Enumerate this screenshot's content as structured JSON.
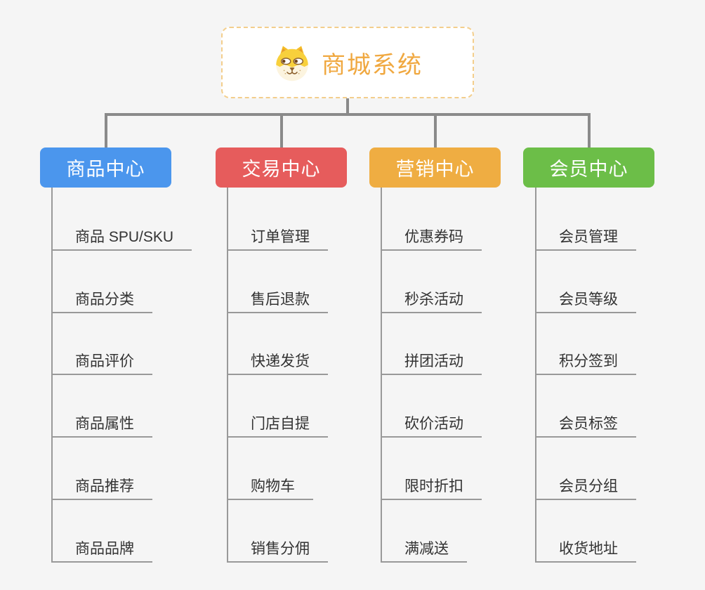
{
  "root": {
    "title": "商城系统",
    "icon": "dog-face-icon"
  },
  "branches": [
    {
      "label": "商品中心",
      "color": "#4b96ed",
      "children": [
        "商品 SPU/SKU",
        "商品分类",
        "商品评价",
        "商品属性",
        "商品推荐",
        "商品品牌"
      ]
    },
    {
      "label": "交易中心",
      "color": "#e65c5c",
      "children": [
        "订单管理",
        "售后退款",
        "快递发货",
        "门店自提",
        "购物车",
        "销售分佣"
      ]
    },
    {
      "label": "营销中心",
      "color": "#efad42",
      "children": [
        "优惠券码",
        "秒杀活动",
        "拼团活动",
        "砍价活动",
        "限时折扣",
        "满减送"
      ]
    },
    {
      "label": "会员中心",
      "color": "#6cbe48",
      "children": [
        "会员管理",
        "会员等级",
        "积分签到",
        "会员标签",
        "会员分组",
        "收货地址"
      ]
    }
  ],
  "colors": {
    "background": "#f5f5f5",
    "connector": "#8a8a8a",
    "leaf_line": "#999999",
    "leaf_text": "#333333",
    "root_text": "#f0a840",
    "root_border": "#f3ce8c"
  }
}
